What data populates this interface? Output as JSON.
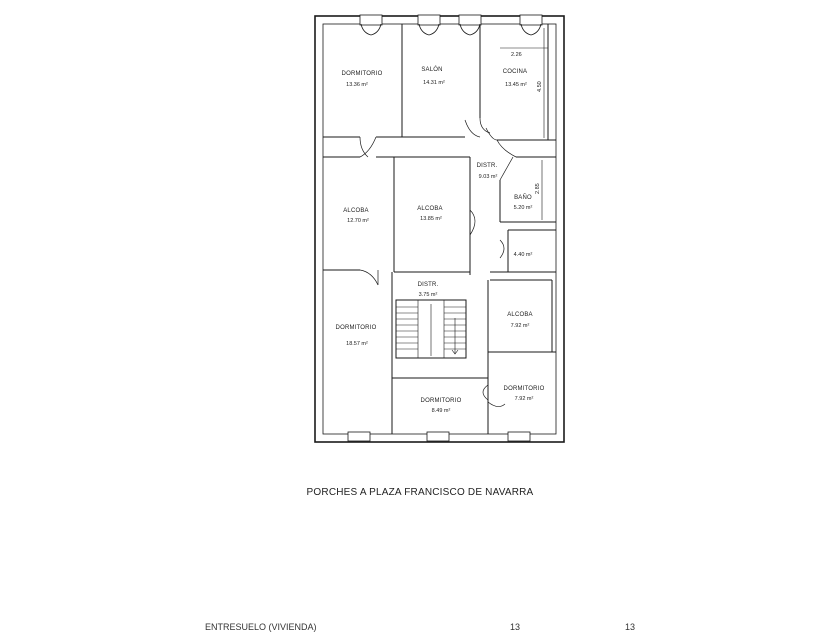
{
  "rooms": {
    "dormitorio_1": {
      "name": "DORMITORIO",
      "area": "13.36 m²"
    },
    "salon": {
      "name": "SALÓN",
      "area": "14.31 m²"
    },
    "cocina": {
      "name": "COCINA",
      "area": "13.45 m²"
    },
    "distr_1": {
      "name": "DISTR.",
      "area": "9.03 m²"
    },
    "bano": {
      "name": "BAÑO",
      "area": "5.20 m²"
    },
    "alcoba_1": {
      "name": "ALCOBA",
      "area": "12.70 m²"
    },
    "alcoba_2": {
      "name": "ALCOBA",
      "area": "13.85 m²"
    },
    "aseo": {
      "area": "4.40 m²"
    },
    "distr_2": {
      "name": "DISTR.",
      "area": "3.75 m²"
    },
    "dormitorio_2": {
      "name": "DORMITORIO",
      "area": "18.57 m²"
    },
    "alcoba_3": {
      "name": "ALCOBA",
      "area": "7.92 m²"
    },
    "dormitorio_3": {
      "name": "DORMITORIO",
      "area": "8.49 m²"
    },
    "dormitorio_4": {
      "name": "DORMITORIO",
      "area": "7.92 m²"
    }
  },
  "dimensions": {
    "d1": "2.26",
    "d2": "4.50",
    "d3": "2.85"
  },
  "caption": "PORCHES A PLAZA FRANCISCO DE NAVARRA",
  "footer": {
    "text": "ENTRESUELO (VIVIENDA)",
    "col1": "13",
    "col2": "13"
  }
}
